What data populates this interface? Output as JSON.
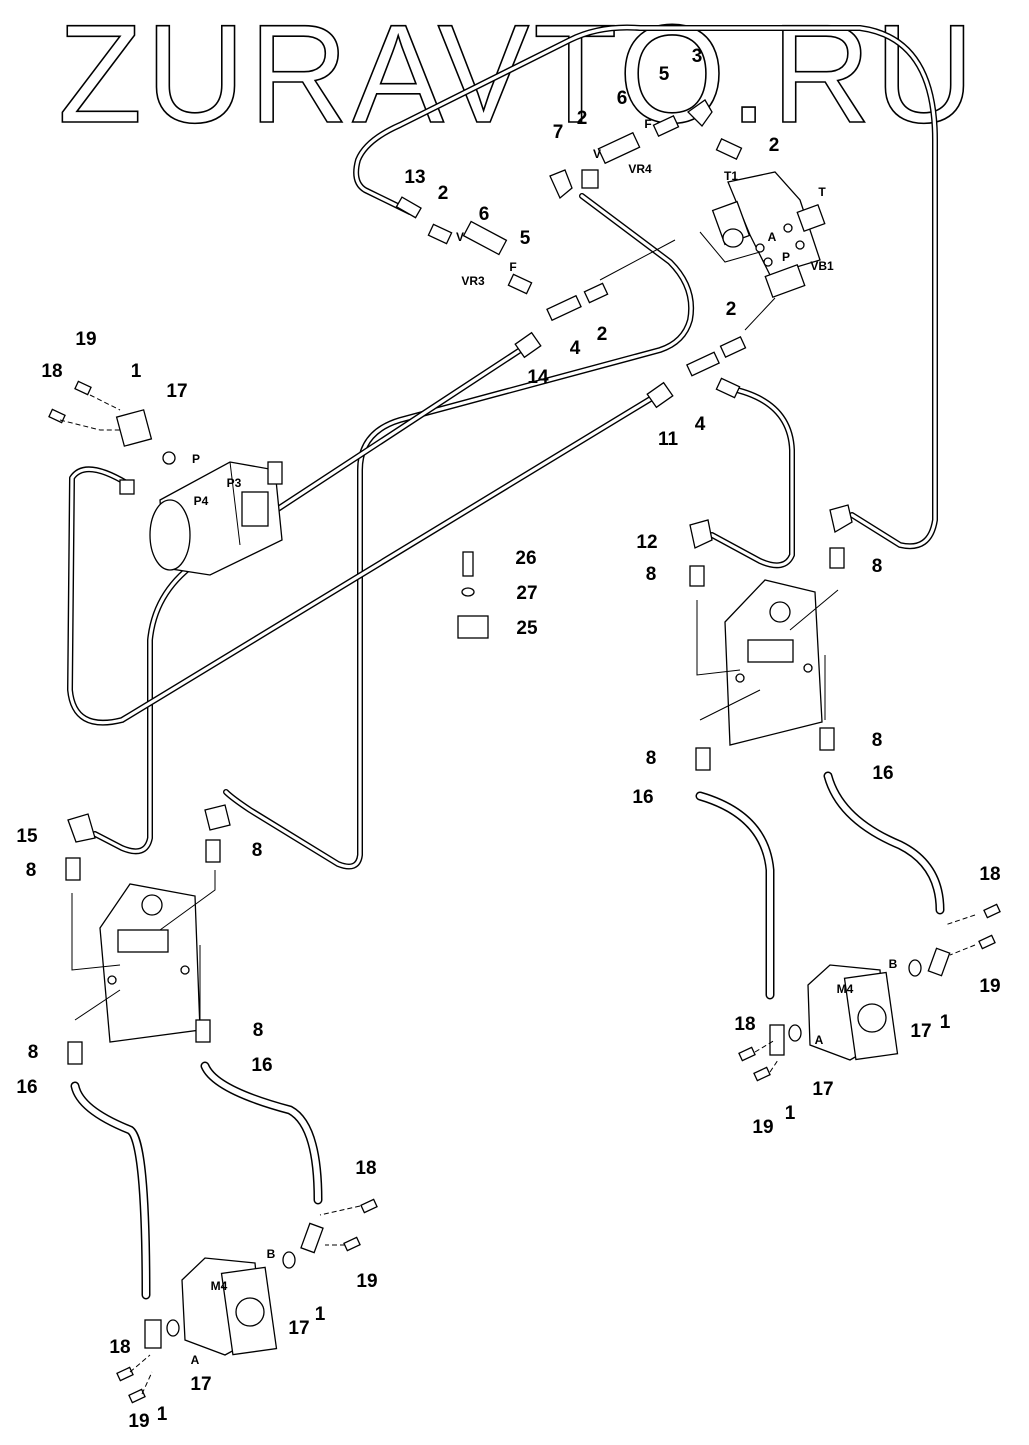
{
  "watermark": "ZURAVTO.RU",
  "callouts": [
    "3",
    "5",
    "6",
    "2",
    "7",
    "2",
    "T1",
    "T",
    "A",
    "P",
    "VB1",
    "V",
    "F",
    "VR4",
    "13",
    "2",
    "6",
    "V",
    "5",
    "F",
    "VR3",
    "4",
    "2",
    "14",
    "2",
    "4",
    "11",
    "19",
    "1",
    "18",
    "17",
    "P",
    "P3",
    "P4",
    "12",
    "8",
    "8",
    "26",
    "27",
    "25",
    "8",
    "8",
    "16",
    "16",
    "15",
    "8",
    "8",
    "8",
    "8",
    "16",
    "16",
    "18",
    "19",
    "B",
    "M4",
    "17",
    "1",
    "18",
    "A",
    "17",
    "19",
    "1",
    "18",
    "B",
    "M4",
    "19",
    "17",
    "1",
    "18",
    "A",
    "17",
    "19",
    "1"
  ]
}
